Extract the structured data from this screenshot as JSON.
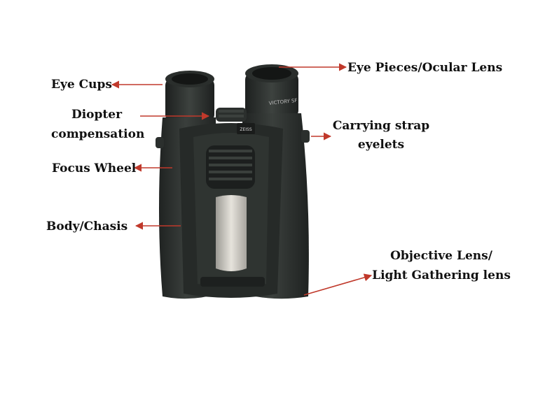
{
  "labels": {
    "eye_cups": "Eye Cups",
    "diopter_line1": "Diopter",
    "diopter_line2": "compensation",
    "focus_wheel": "Focus Wheel",
    "body_chasis": "Body/Chasis",
    "eye_pieces": "Eye Pieces/Ocular Lens",
    "strap_line1": "Carrying strap",
    "strap_line2": "eyelets",
    "objective_line1": "Objective Lens/",
    "objective_line2": "Light Gathering lens"
  },
  "product": {
    "brand_mark": "ZEISS",
    "model_text": "VICTORY SF"
  },
  "colors": {
    "arrow": "#c0392b",
    "body": "#2f3330",
    "body_dark": "#1e2120",
    "text": "#111111"
  }
}
